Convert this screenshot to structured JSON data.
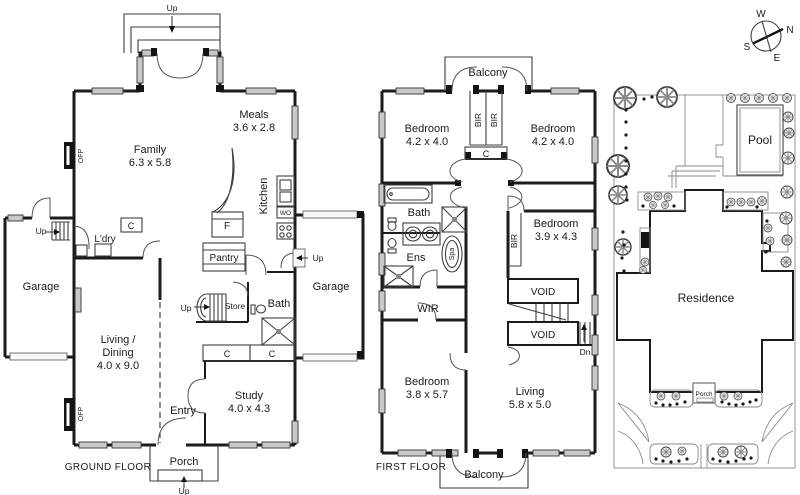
{
  "ground_floor": {
    "title": "GROUND FLOOR",
    "family": {
      "name": "Family",
      "dims": "6.3 x 5.8"
    },
    "meals": {
      "name": "Meals",
      "dims": "3.6 x 2.8"
    },
    "kitchen": "Kitchen",
    "fridge": "F",
    "pantry": "Pantry",
    "laundry": "L'dry",
    "garage_left": "Garage",
    "garage_right": "Garage",
    "living_dining": {
      "line1": "Living /",
      "line2": "Dining",
      "dims": "4.0 x 9.0"
    },
    "entry": "Entry",
    "study": {
      "name": "Study",
      "dims": "4.0 x 4.3"
    },
    "bath": "Bath",
    "store": "Store",
    "porch": "Porch",
    "open_fireplace": "OFP",
    "wall_oven": "WO",
    "cupboard": "C"
  },
  "first_floor": {
    "title": "FIRST FLOOR",
    "balcony": "Balcony",
    "bedroom_1": {
      "name": "Bedroom",
      "dims": "4.2 x 4.0"
    },
    "bedroom_2": {
      "name": "Bedroom",
      "dims": "4.2 x 4.0"
    },
    "bedroom_3": {
      "name": "Bedroom",
      "dims": "3.9 x 4.3"
    },
    "bedroom_4": {
      "name": "Bedroom",
      "dims": "3.8 x 5.7"
    },
    "living": {
      "name": "Living",
      "dims": "5.8 x 5.0"
    },
    "bath": "Bath",
    "ensuite": "Ens",
    "spa": "Spa",
    "walk_in_robe": "WIR",
    "built_in_robe": "BIR",
    "void": "VOID",
    "cupboard": "C"
  },
  "site_plan": {
    "residence": "Residence",
    "pool": "Pool",
    "porch": "Porch"
  },
  "stairs": {
    "up": "Up",
    "down": "Dn"
  },
  "compass": {
    "north": "N",
    "south": "S",
    "east": "E",
    "west": "W"
  },
  "colors": {
    "wall": "#1b1b1b",
    "window_fill": "#c9c9c9",
    "line": "#3f3f3f",
    "background": "#ffffff"
  }
}
